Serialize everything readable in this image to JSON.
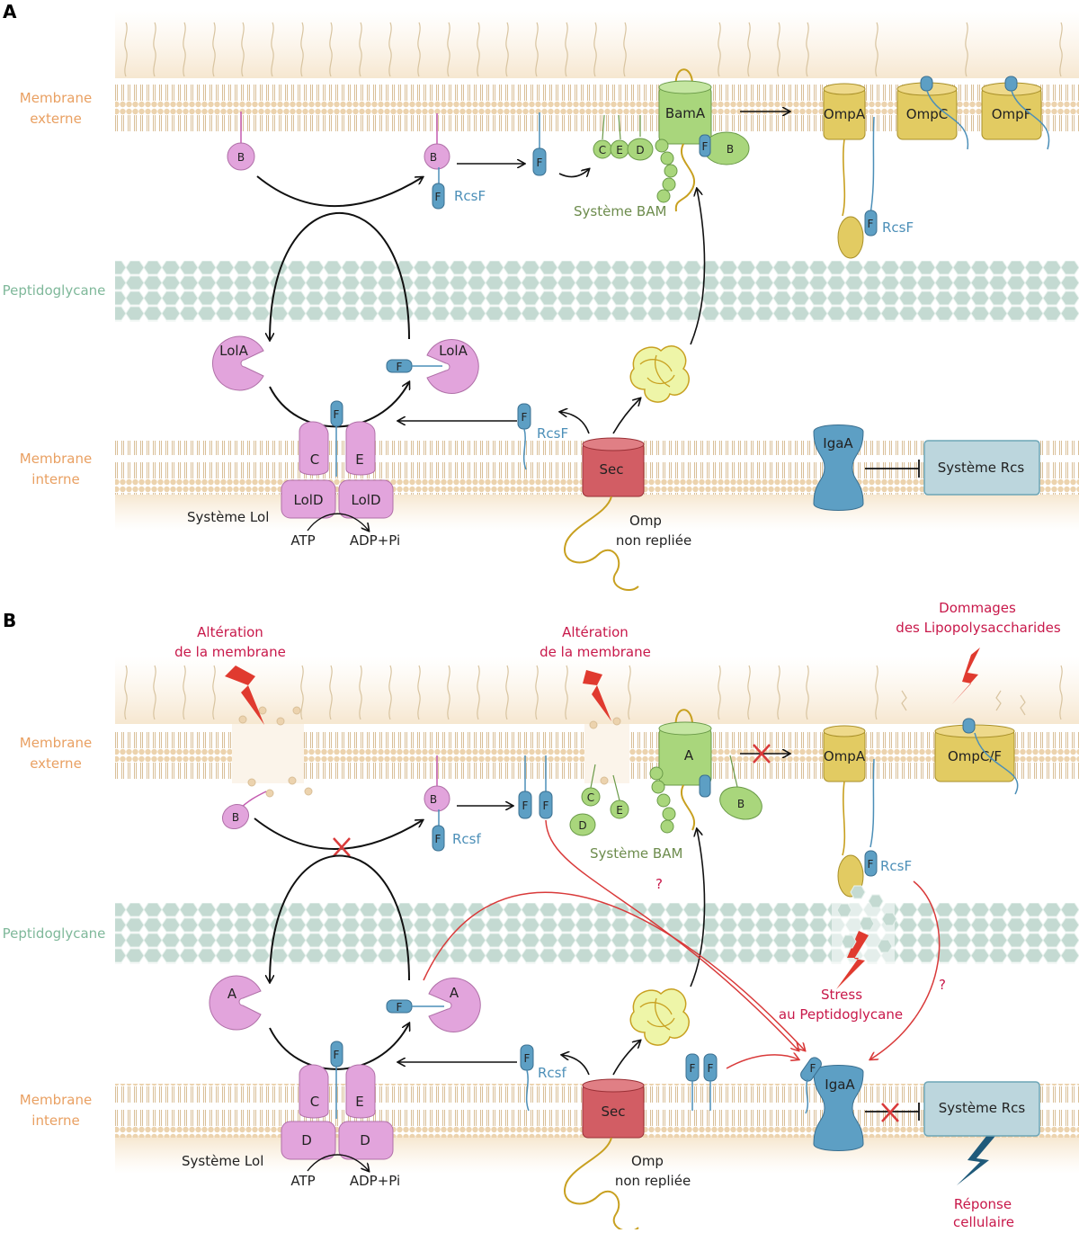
{
  "colors": {
    "membrane_band": "#f5e3c8",
    "membrane_head": "#e9cfa8",
    "peptidoglycan": "#c4dad2",
    "lol": "#e2a4dc",
    "bam": "#a9d67c",
    "omp": "#e2cb62",
    "rcsf": "#5d9fc4",
    "sec": "#d25d64",
    "rcs_system": "#bcd6dd",
    "stress_red": "#e03a2f",
    "label_orange": "#e9a062",
    "label_red": "#c8184a",
    "label_blue": "#4c8fb8",
    "label_green": "#6d8c4d"
  },
  "panelA": {
    "label": "A",
    "outer_membrane": [
      "Membrane",
      "externe"
    ],
    "peptidoglycan": "Peptidoglycane",
    "inner_membrane": [
      "Membrane",
      "interne"
    ],
    "lolB": "B",
    "lolB2": "B",
    "rcsf_f": "F",
    "rcsf_label": "RcsF",
    "bam_system": "Système BAM",
    "bamA": "BamA",
    "bam_c": "C",
    "bam_e": "E",
    "bam_d": "D",
    "bam_b": "B",
    "ompA": "OmpA",
    "ompC": "OmpC",
    "ompF": "OmpF",
    "lolA": "LolA",
    "lolA2": "LolA",
    "lolC": "C",
    "lolE": "E",
    "lolD1": "LolD",
    "lolD2": "LolD",
    "lol_system": "Système Lol",
    "atp": "ATP",
    "adp": "ADP+Pi",
    "sec": "Sec",
    "omp_unfolded": [
      "Omp",
      "non repliée"
    ],
    "igaA": "IgaA",
    "rcs_system": "Système Rcs"
  },
  "panelB": {
    "label": "B",
    "outer_membrane": [
      "Membrane",
      "externe"
    ],
    "peptidoglycan": "Peptidoglycane",
    "inner_membrane": [
      "Membrane",
      "interne"
    ],
    "alteration1": [
      "Altération",
      "de la membrane"
    ],
    "alteration2": [
      "Altération",
      "de la membrane"
    ],
    "lps_damage": [
      "Dommages",
      "des Lipopolysaccharides"
    ],
    "pg_stress": [
      "Stress",
      "au Peptidoglycane"
    ],
    "cell_response": [
      "Réponse",
      "cellulaire"
    ],
    "lolB": "B",
    "lolB2": "B",
    "rcsf_f": "F",
    "rcsf_label_om": "Rcsf",
    "rcsf_label_im": "Rcsf",
    "rcsf_label_ompa": "RcsF",
    "bam_system": "Système BAM",
    "bamA": "A",
    "bam_c": "C",
    "bam_e": "E",
    "bam_d": "D",
    "bam_b": "B",
    "ompA": "OmpA",
    "ompCF": "OmpC/F",
    "lolA": "A",
    "lolA2": "A",
    "lolC": "C",
    "lolE": "E",
    "lolD1": "D",
    "lolD2": "D",
    "lol_system": "Système Lol",
    "atp": "ATP",
    "adp": "ADP+Pi",
    "sec": "Sec",
    "omp_unfolded": [
      "Omp",
      "non repliée"
    ],
    "igaA": "IgaA",
    "rcs_system": "Système Rcs",
    "question": "?"
  }
}
